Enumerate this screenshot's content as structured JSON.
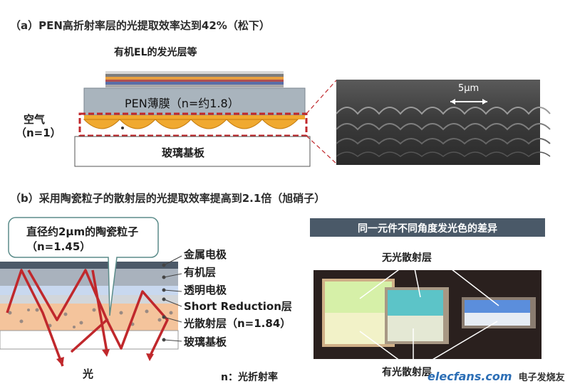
{
  "section_a": {
    "heading": "（a）PEN高折射率层的光提取效率达到42%（松下）",
    "emitting_layer_label": "有机EL的发光层等",
    "pen_film_label": "PEN薄膜（n=约1.8）",
    "air_label_line1": "空气",
    "air_label_line2": "（n=1）",
    "glass_label": "玻璃基板",
    "sem_scale_label": "5μm"
  },
  "section_b": {
    "heading": "（b）采用陶瓷粒子的散射层的光提取效率提高到2.1倍（旭硝子）",
    "callout_line1": "直径约2μm的陶瓷粒子",
    "callout_line2": "（n=1.45）",
    "layers": [
      {
        "label": "金属电极"
      },
      {
        "label": "有机层"
      },
      {
        "label": "透明电极"
      },
      {
        "label": "Short Reduction层"
      },
      {
        "label": "光散射层（n=1.84）"
      },
      {
        "label": "玻璃基板"
      }
    ],
    "light_label": "光",
    "legend_label": "n：光折射率",
    "banner_title": "同一元件不同角度发光色的差异",
    "no_scatter_label": "无光散射层",
    "with_scatter_label": "有光散射层"
  },
  "watermark": {
    "text": "elecfans.com",
    "cn_text": "电子发烧友"
  }
}
